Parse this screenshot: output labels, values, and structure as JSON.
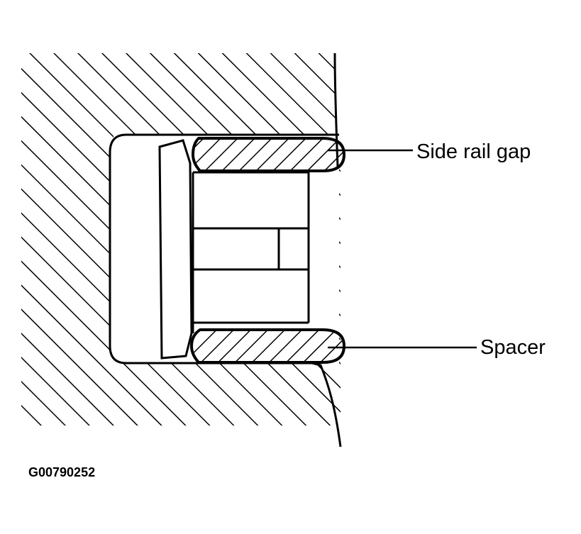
{
  "diagram": {
    "labels": {
      "side_rail_gap": "Side rail gap",
      "spacer": "Spacer"
    },
    "figure_id": "G00790252"
  },
  "colors": {
    "ink": "#000000",
    "paper": "#ffffff"
  }
}
